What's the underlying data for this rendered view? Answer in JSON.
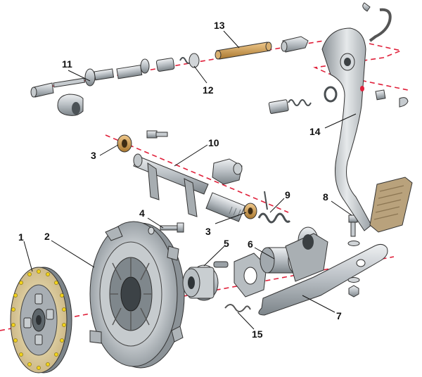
{
  "labels": {
    "l1": "1",
    "l2": "2",
    "l3a": "3",
    "l3b": "3",
    "l4": "4",
    "l5": "5",
    "l6": "6",
    "l7": "7",
    "l8": "8",
    "l9": "9",
    "l10": "10",
    "l11": "11",
    "l12": "12",
    "l13": "13",
    "l14": "14",
    "l15": "15"
  },
  "colors": {
    "axis": "#e0203a",
    "metal_light": "#d6dadd",
    "metal_mid": "#aab0b5",
    "metal_dark": "#6d7479",
    "friction_lining": "#d8c79a",
    "rivet": "#f2d21a",
    "bronze_bushing": "#c89a55",
    "pedal_pad": "#b9a27c"
  }
}
